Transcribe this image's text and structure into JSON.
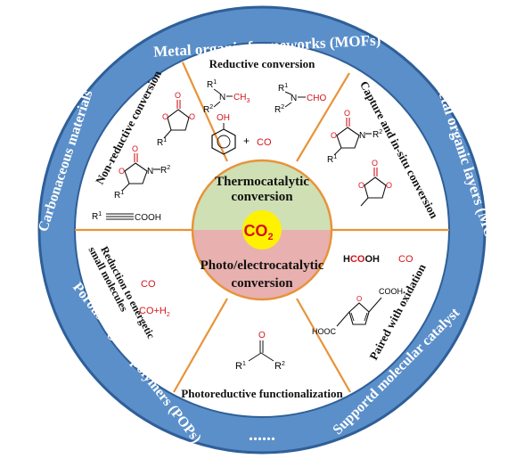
{
  "colors": {
    "outer_ring": "#5b8fc9",
    "outer_ring_edge": "#2f5f98",
    "ring_text": "#ffffff",
    "panel_bg": "#ffffff",
    "divider": "#e8933a",
    "top_half": "#cfe0b4",
    "bottom_half": "#e8b0ae",
    "co2_fill": "#fff200",
    "co2_text": "#d4141c",
    "chem_red": "#d4141c"
  },
  "outer_ring": {
    "top": "Metal organic frameworks (MOFs)",
    "right": "Metal organic layers (MOLs)",
    "bottom_right": "Supportd molecular catalyst",
    "bottom_left": "Porous organic polymers (POPs)",
    "left": "Carbonaceous materials",
    "ellipsis": "......"
  },
  "center": {
    "top_line1": "Thermocatalytic",
    "top_line2": "conversion",
    "co2_base": "CO",
    "co2_sub": "2",
    "bottom_line1": "Photo/electrocatalytic",
    "bottom_line2": "conversion"
  },
  "sectors": {
    "reductive": {
      "title": "Reductive conversion",
      "r1": "R",
      "sup1": "1",
      "r2": "R",
      "sup2": "2",
      "n": "N",
      "ch3": "CH",
      "ch3_sub": "3",
      "cho": "CHO",
      "oh": "OH",
      "plus": "+",
      "co": "CO"
    },
    "non_reductive": {
      "title": "Non-reductive conversion",
      "r1": "R",
      "sup1": "1",
      "r2": "R",
      "sup2": "2",
      "n": "N",
      "o": "O",
      "cooh": "COOH"
    },
    "capture": {
      "title": "Capture and in-situ conversion",
      "r1": "R",
      "sup1": "1",
      "r2": "R",
      "sup2": "2",
      "n": "N",
      "o": "O"
    },
    "reduction": {
      "title_line1": "Reduction to energetic",
      "title_line2": "small molecules",
      "co": "CO",
      "co_h2": "CO+H",
      "h2_sub": "2"
    },
    "paired": {
      "title": "Paired with oxidation",
      "hcooh_h": "H",
      "hcooh_co": "CO",
      "hcooh_oh": "OH",
      "co": "CO",
      "cooh": "COOH",
      "hooc": "HOOC",
      "o": "O"
    },
    "photoreductive": {
      "title": "Photoreductive functionalization",
      "r1": "R",
      "sup1": "1",
      "r2": "R",
      "sup2": "2",
      "o": "O"
    }
  }
}
